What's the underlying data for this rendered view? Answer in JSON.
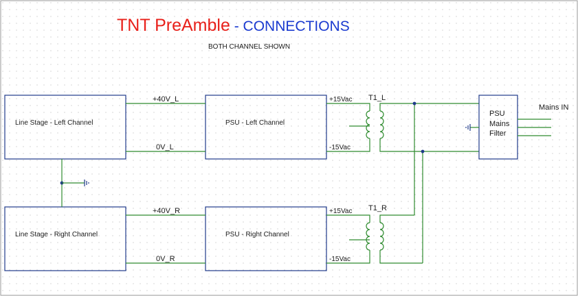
{
  "title": {
    "main": "TNT PreAmble",
    "dash": " - ",
    "sub": "CONNECTIONS",
    "main_color": "#e8201a",
    "sub_color": "#1a3ad0"
  },
  "subtitle": "BOTH CHANNEL SHOWN",
  "blocks": {
    "line_left": "Line Stage - Left Channel",
    "psu_left": "PSU - Left Channel",
    "line_right": "Line Stage - Right Channel",
    "psu_right": "PSU - Right Channel",
    "filter_line1": "PSU",
    "filter_line2": "Mains",
    "filter_line3": "Filter"
  },
  "nets": {
    "v40_left": "+40V_L",
    "ov_left": "0V_L",
    "v40_right": "+40V_R",
    "ov_right": "0V_R",
    "p15_left": "+15Vac",
    "m15_left": "-15Vac",
    "p15_right": "+15Vac",
    "m15_right": "-15Vac",
    "t1_left": "T1_L",
    "t1_right": "T1_R",
    "mains_in": "Mains IN"
  },
  "colors": {
    "wire": "#2e8b2e",
    "box": "#1f3a8a",
    "grid_dot": "#b8b8b8"
  }
}
